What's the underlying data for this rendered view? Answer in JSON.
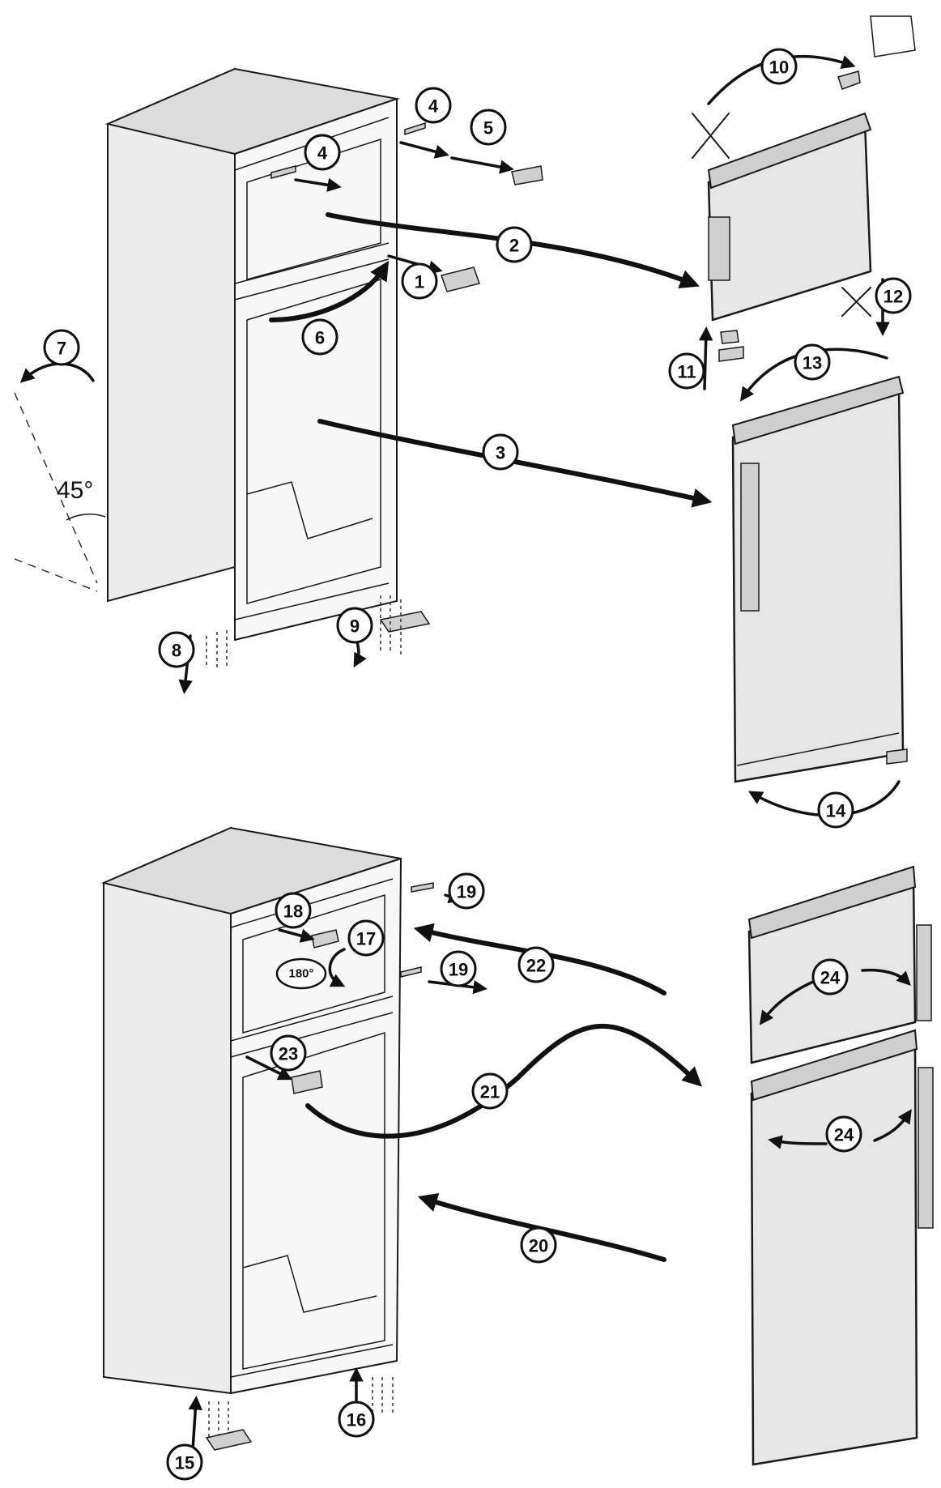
{
  "diagram": {
    "step_numbers": [
      "1",
      "2",
      "3",
      "4",
      "4",
      "5",
      "6",
      "7",
      "8",
      "9",
      "10",
      "11",
      "12",
      "13",
      "14",
      "15",
      "16",
      "17",
      "18",
      "19",
      "19",
      "20",
      "21",
      "22",
      "23",
      "24",
      "24"
    ],
    "angle_label": "45°",
    "rotation_label": "180°"
  }
}
